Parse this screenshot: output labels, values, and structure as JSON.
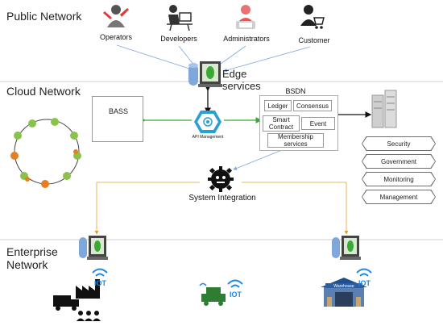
{
  "zones": {
    "public": "Public Network",
    "cloud": "Cloud Network",
    "enterprise": "Enterprise Network"
  },
  "actors": {
    "operators": "Operators",
    "developers": "Developers",
    "administrators": "Administrators",
    "customer": "Customer"
  },
  "edge": {
    "label": "Edge services"
  },
  "bass": {
    "label": "BASS"
  },
  "api": {
    "label": "API Management"
  },
  "bsdn": {
    "title": "BSDN",
    "ledger": "Ledger",
    "consensus": "Consensus",
    "smart_contract": "Smart Contract",
    "event": "Event",
    "membership": "Membership services"
  },
  "services": [
    "Security",
    "Government",
    "Monitoring",
    "Management"
  ],
  "integration": {
    "label": "System Integration"
  },
  "enterprise_icons": {
    "iot": "IOT",
    "warehouse": "Warehouse"
  },
  "colors": {
    "api_hex": "#2a9fd6",
    "green_link": "#3aaa35",
    "blue_link": "#7fa7d9",
    "orange_link": "#e0a030",
    "ring_node_green": "#8bc34a",
    "ring_node_orange": "#e67e22",
    "iot_blue": "#1e88e5",
    "vehicle_green": "#2e7d32"
  }
}
